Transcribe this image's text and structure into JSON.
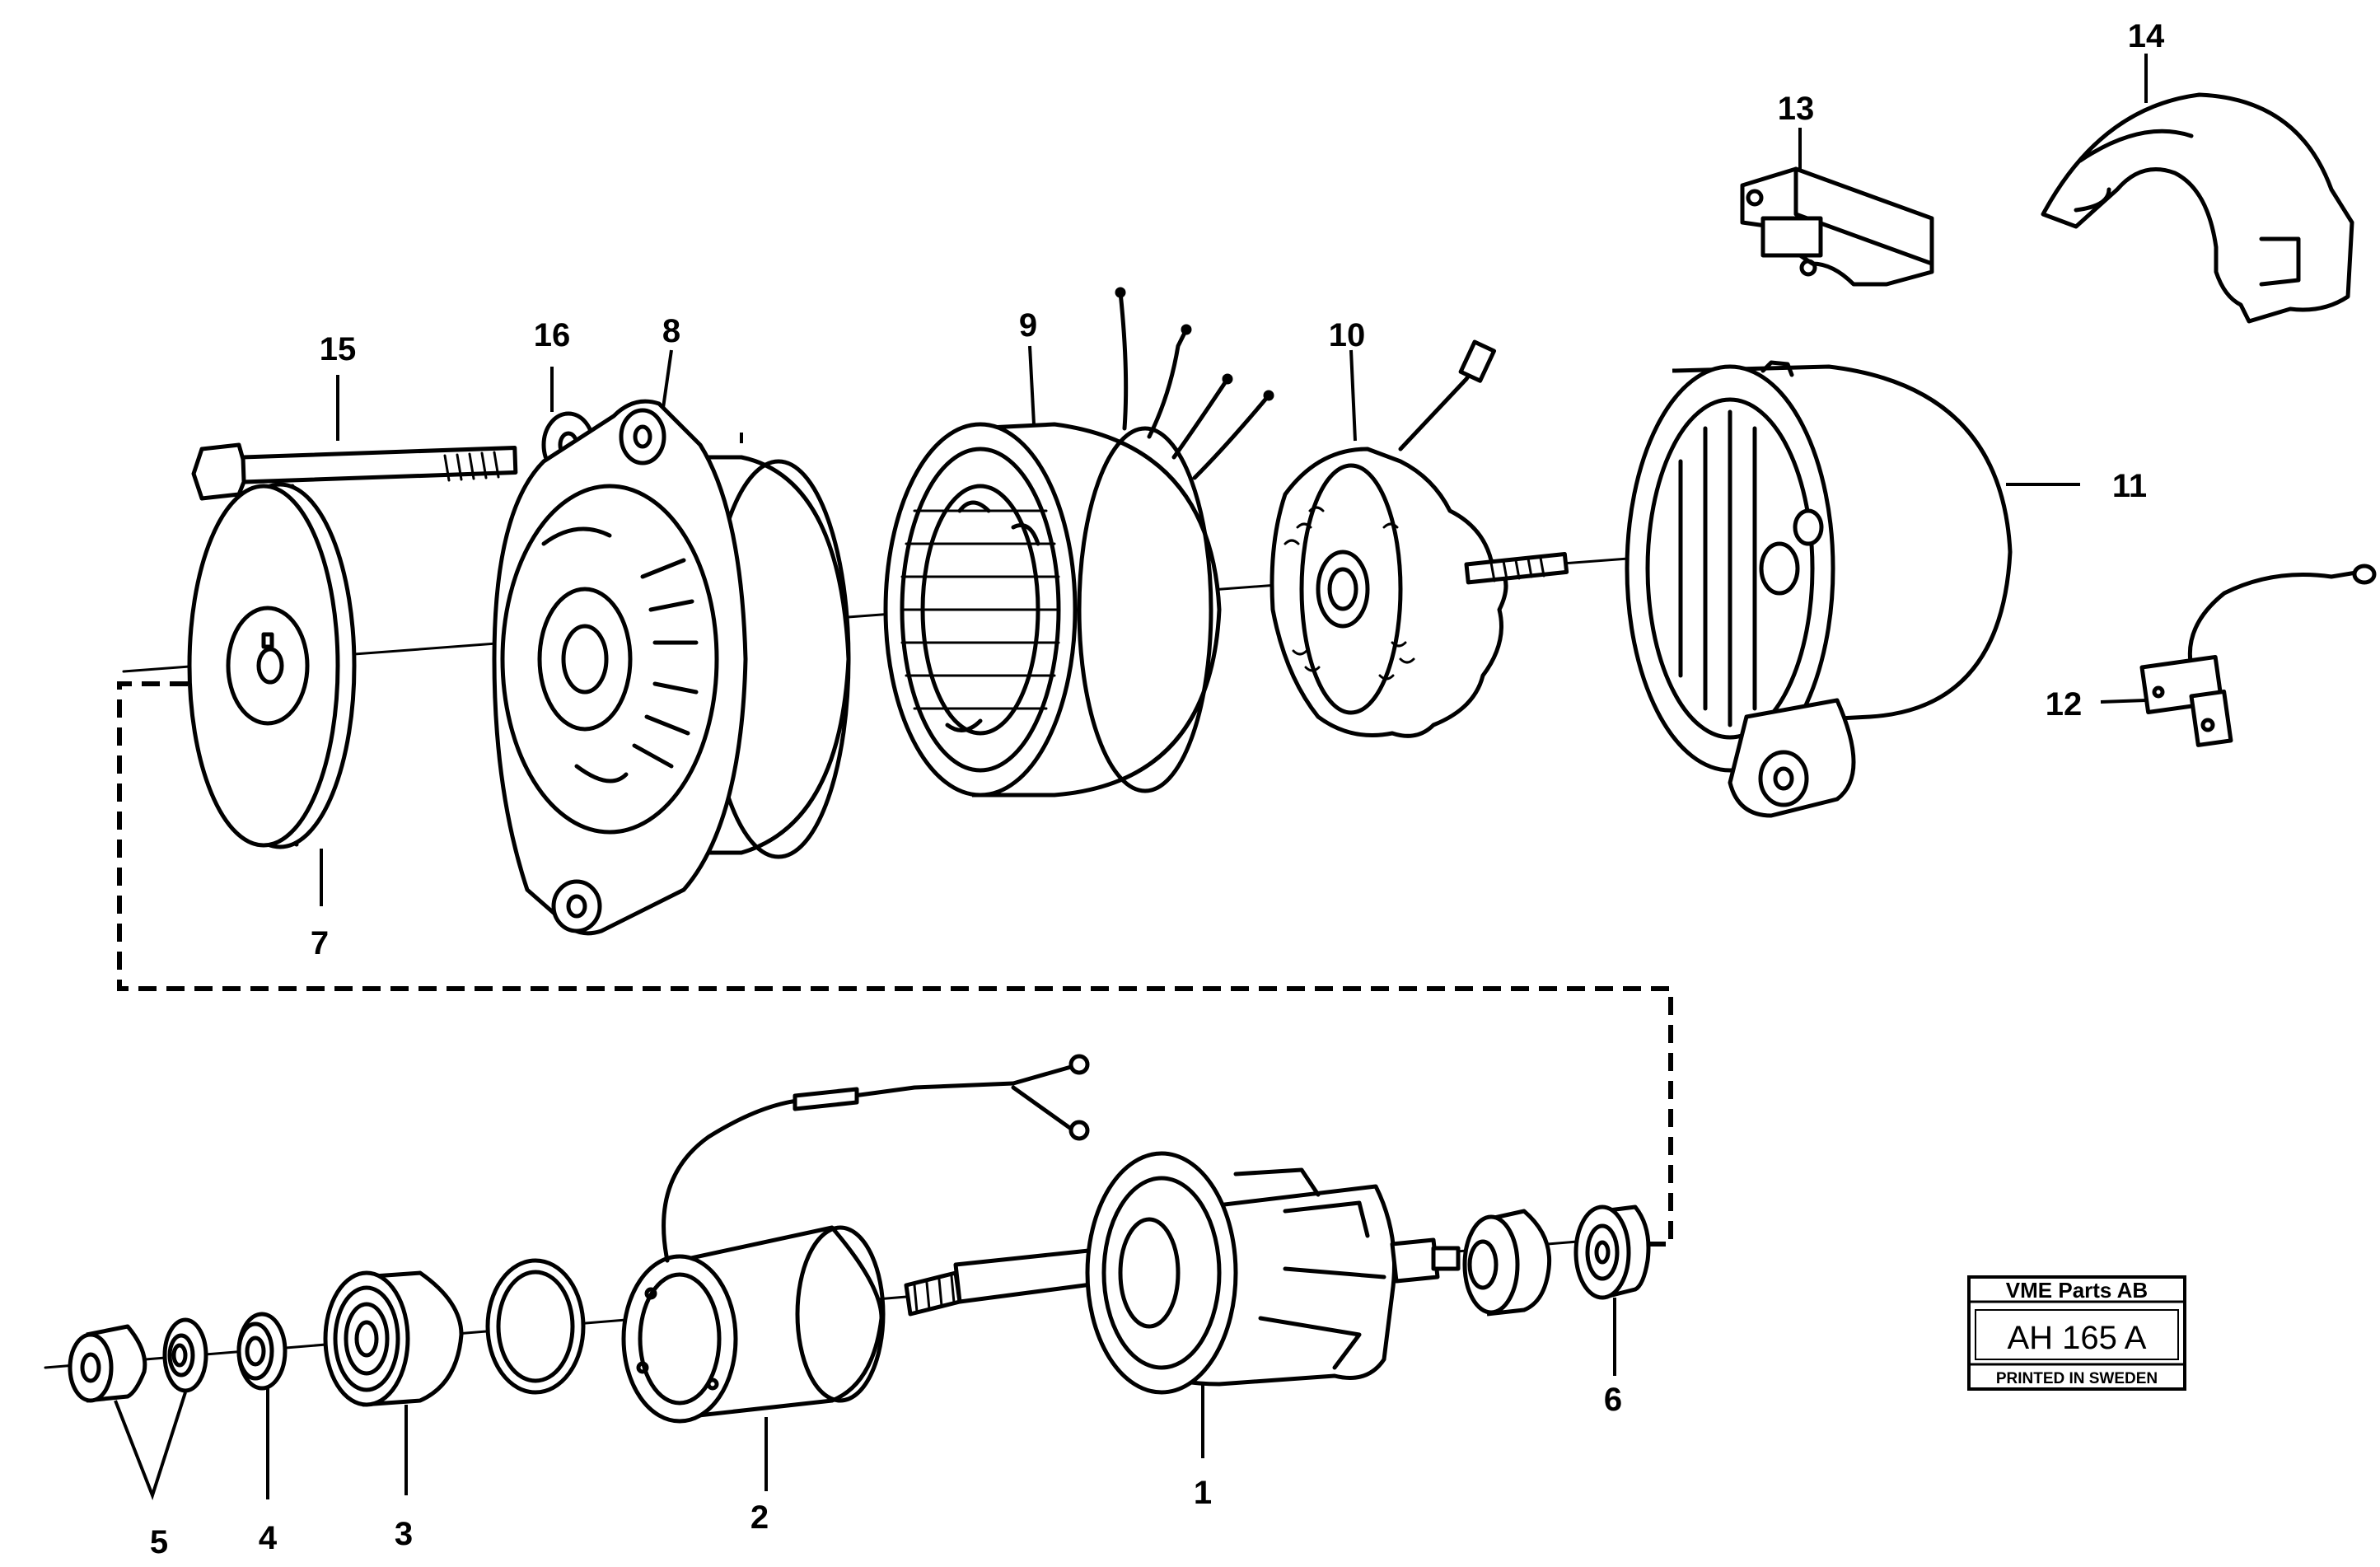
{
  "callouts": {
    "c1": "1",
    "c2": "2",
    "c3": "3",
    "c4": "4",
    "c5": "5",
    "c6": "6",
    "c7": "7",
    "c8": "8",
    "c9": "9",
    "c10": "10",
    "c11": "11",
    "c12": "12",
    "c13": "13",
    "c14": "14",
    "c15": "15",
    "c16": "16"
  },
  "title_block": {
    "company": "VME Parts AB",
    "code": "AH 165 A",
    "printed": "PRINTED IN SWEDEN"
  }
}
